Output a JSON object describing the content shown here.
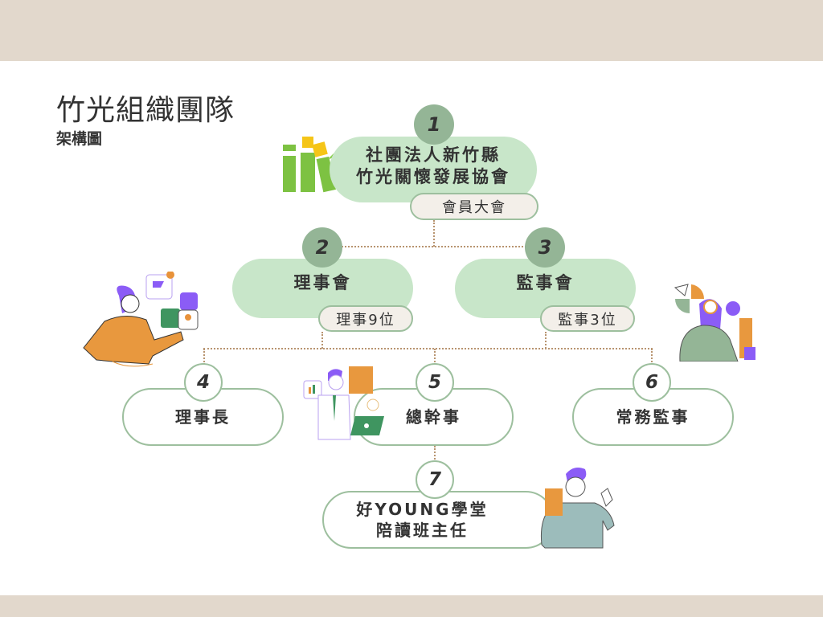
{
  "header": {
    "title": "竹光組織團隊",
    "subtitle": "架構圖"
  },
  "nodes": [
    {
      "number": "1",
      "line1": "社團法人新竹縣",
      "line2": "竹光關懷發展協會",
      "tag": "會員大會"
    },
    {
      "number": "2",
      "label": "理事會",
      "tag": "理事9位"
    },
    {
      "number": "3",
      "label": "監事會",
      "tag": "監事3位"
    },
    {
      "number": "4",
      "label": "理事長"
    },
    {
      "number": "5",
      "label": "總幹事"
    },
    {
      "number": "6",
      "label": "常務監事"
    },
    {
      "number": "7",
      "line1": "好YOUNG學堂",
      "line2": "陪讀班主任"
    }
  ],
  "colors": {
    "band": "#e2d8cc",
    "pill": "#c8e6c9",
    "circle": "#94b596",
    "outline": "#9dbf9e",
    "connector": "#b89470"
  }
}
